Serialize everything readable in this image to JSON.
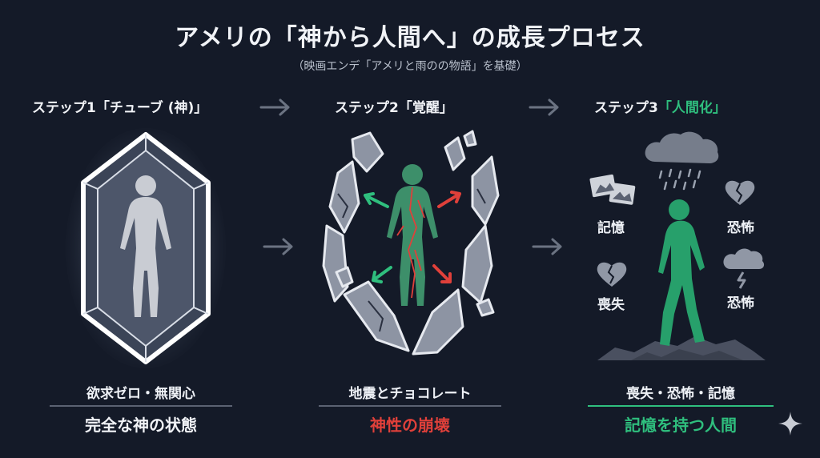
{
  "title": "アメリの「神から人間へ」の成長プロセス",
  "subtitle": "（映画エンデ「アメリと雨のの物語」を基礎）",
  "steps": [
    {
      "title": "ステップ1「チューブ (神)」",
      "caption": "欲求ゼロ・無関心",
      "state": "完全な神の状態",
      "state_color": "#f1f3f7"
    },
    {
      "title": "ステップ2「覚醒」",
      "caption": "地震とチョコレート",
      "state": "神性の崩壊",
      "state_color": "#e0403a"
    },
    {
      "title_prefix": "ステップ3",
      "title_highlight": "「人間化」",
      "caption": "喪失・恐怖・記憶",
      "state": "記憶を持つ人間",
      "state_color": "#2fbf7e",
      "labels": {
        "memory": "記憶",
        "fear_top": "恐怖",
        "loss": "喪失",
        "fear_bottom": "恐怖"
      }
    }
  ],
  "colors": {
    "background": "#141a28",
    "accent_green": "#2fbf7e",
    "accent_red": "#e0403a",
    "arrow_gray": "#6b7382"
  }
}
